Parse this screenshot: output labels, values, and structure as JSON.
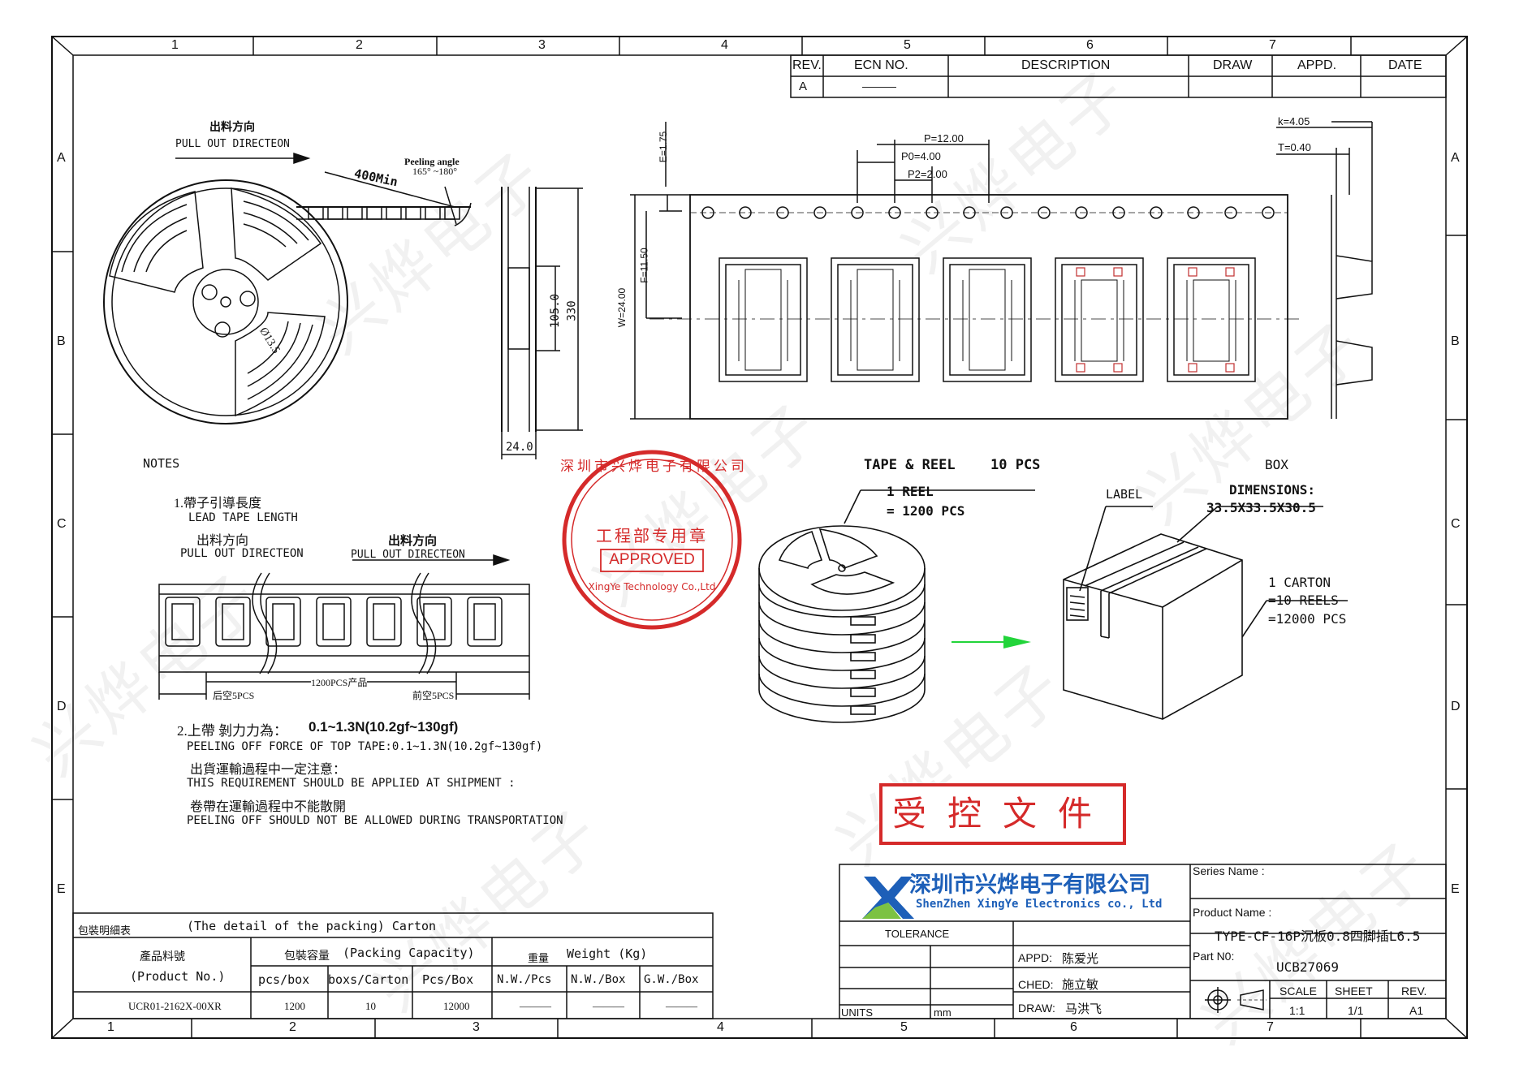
{
  "frame": {
    "columns_top": [
      "1",
      "2",
      "3",
      "4",
      "5",
      "6",
      "7"
    ],
    "columns_bottom": [
      "1",
      "2",
      "3",
      "4",
      "5",
      "6",
      "7"
    ],
    "rows": [
      "A",
      "B",
      "C",
      "D",
      "E"
    ]
  },
  "revision_table": {
    "headers": [
      "REV.",
      "ECN NO.",
      "DESCRIPTION",
      "DRAW",
      "APPD.",
      "DATE"
    ],
    "row": {
      "rev": "A",
      "ecn": "———"
    }
  },
  "reel_view": {
    "pull_cn": "出料方向",
    "pull_en": "PULL OUT DIRECTEON",
    "min_length": "400Min",
    "peel_label": "Peeling angle",
    "peel_range": "165° ~180°",
    "hub_dia": "Ø13.5"
  },
  "side_view": {
    "dim_h1": "105.0",
    "dim_h2": "330",
    "dim_w": "24.0"
  },
  "tape_view": {
    "P": "P=12.00",
    "P0": "P0=4.00",
    "P2": "P2=2.00",
    "E": "E=1.75",
    "F": "F=11.50",
    "W": "W=24.00",
    "k": "k=4.05",
    "T": "T=0.40"
  },
  "notes": {
    "title": "NOTES",
    "n1_cn": "1.帶子引導長度",
    "n1_en": "LEAD TAPE LENGTH",
    "pull_cn": "出料方向",
    "pull_en": "PULL OUT DIRECTEON",
    "pull2_cn": "出料方向",
    "pull2_en": "PULL OUT DIRECTEON",
    "tail_empty": "后空5PCS",
    "product_count": "1200PCS产品",
    "head_empty": "前空5PCS",
    "n2_cn": "2.上帶 剝力力為：",
    "n2_val": "0.1~1.3N(10.2gf~130gf)",
    "n2_en": "PEELING OFF FORCE OF TOP TAPE:0.1~1.3N(10.2gf~130gf)",
    "n3_cn": "出貨運輸過程中一定注意：",
    "n3_en": "THIS REQUIREMENT SHOULD BE APPLIED AT SHIPMENT :",
    "n4_cn": "卷帶在運輸過程中不能散開",
    "n4_en": "PEELING OFF SHOULD NOT BE ALLOWED DURING TRANSPORTATION"
  },
  "stamp": {
    "top_arc": "深圳市兴烨电子有限公司",
    "middle": "工程部专用章",
    "approved": "APPROVED",
    "bottom_arc": "XingYe Technology Co.,Ltd",
    "color": "#d52a2a"
  },
  "packing_info": {
    "tape_reel": "TAPE & REEL",
    "tape_reel_qty": "10 PCS",
    "reel_line1": "1 REEL",
    "reel_line2": "= 1200 PCS",
    "box": "BOX",
    "label": "LABEL",
    "dimensions_label": "DIMENSIONS:",
    "dimensions_value": "33.5X33.5X30.5",
    "carton_l1": "1 CARTON",
    "carton_l2": "=10 REELS",
    "carton_l3": "=12000 PCS",
    "arrow_color": "#22d43a"
  },
  "controlled_doc": {
    "text": "受控文件",
    "color": "#d52a2a"
  },
  "packing_table": {
    "title_cn": "包裝明細表",
    "title_en": "(The detail of the packing) Carton",
    "product_cn": "產品料號",
    "product_en": "(Product No.)",
    "capacity_cn": "包裝容量",
    "capacity_en": "(Packing Capacity)",
    "weight_cn": "重量",
    "weight_en": "Weight (Kg)",
    "sub_headers": [
      "pcs/box",
      "boxs/Carton",
      "Pcs/Box",
      "N.W./Pcs",
      "N.W./Box",
      "G.W./Box"
    ],
    "row": [
      "UCR01-2162X-00XR",
      "1200",
      "10",
      "12000",
      "———",
      "———",
      "———"
    ]
  },
  "title_block": {
    "company_cn": "深圳市兴烨电子有限公司",
    "company_en": "ShenZhen XingYe Electronics co., Ltd",
    "logo_colors": [
      "#1d5fb8",
      "#7cc242"
    ],
    "tolerance": "TOLERANCE",
    "units_label": "UNITS",
    "units_value": "mm",
    "appd_label": "APPD:",
    "appd_value": "陈爱光",
    "ched_label": "CHED:",
    "ched_value": "施立敏",
    "draw_label": "DRAW:",
    "draw_value": "马洪飞",
    "series_label": "Series Name :",
    "product_label": "Product Name :",
    "product_value": "TYPE-CF-16P沉板0.8四脚插L6.5",
    "part_label": "Part N0:",
    "part_value": "UCB27069",
    "scale_label": "SCALE",
    "scale_value": "1:1",
    "sheet_label": "SHEET",
    "sheet_value": "1/1",
    "rev_label": "REV.",
    "rev_value": "A1"
  },
  "watermark": "兴烨电子"
}
